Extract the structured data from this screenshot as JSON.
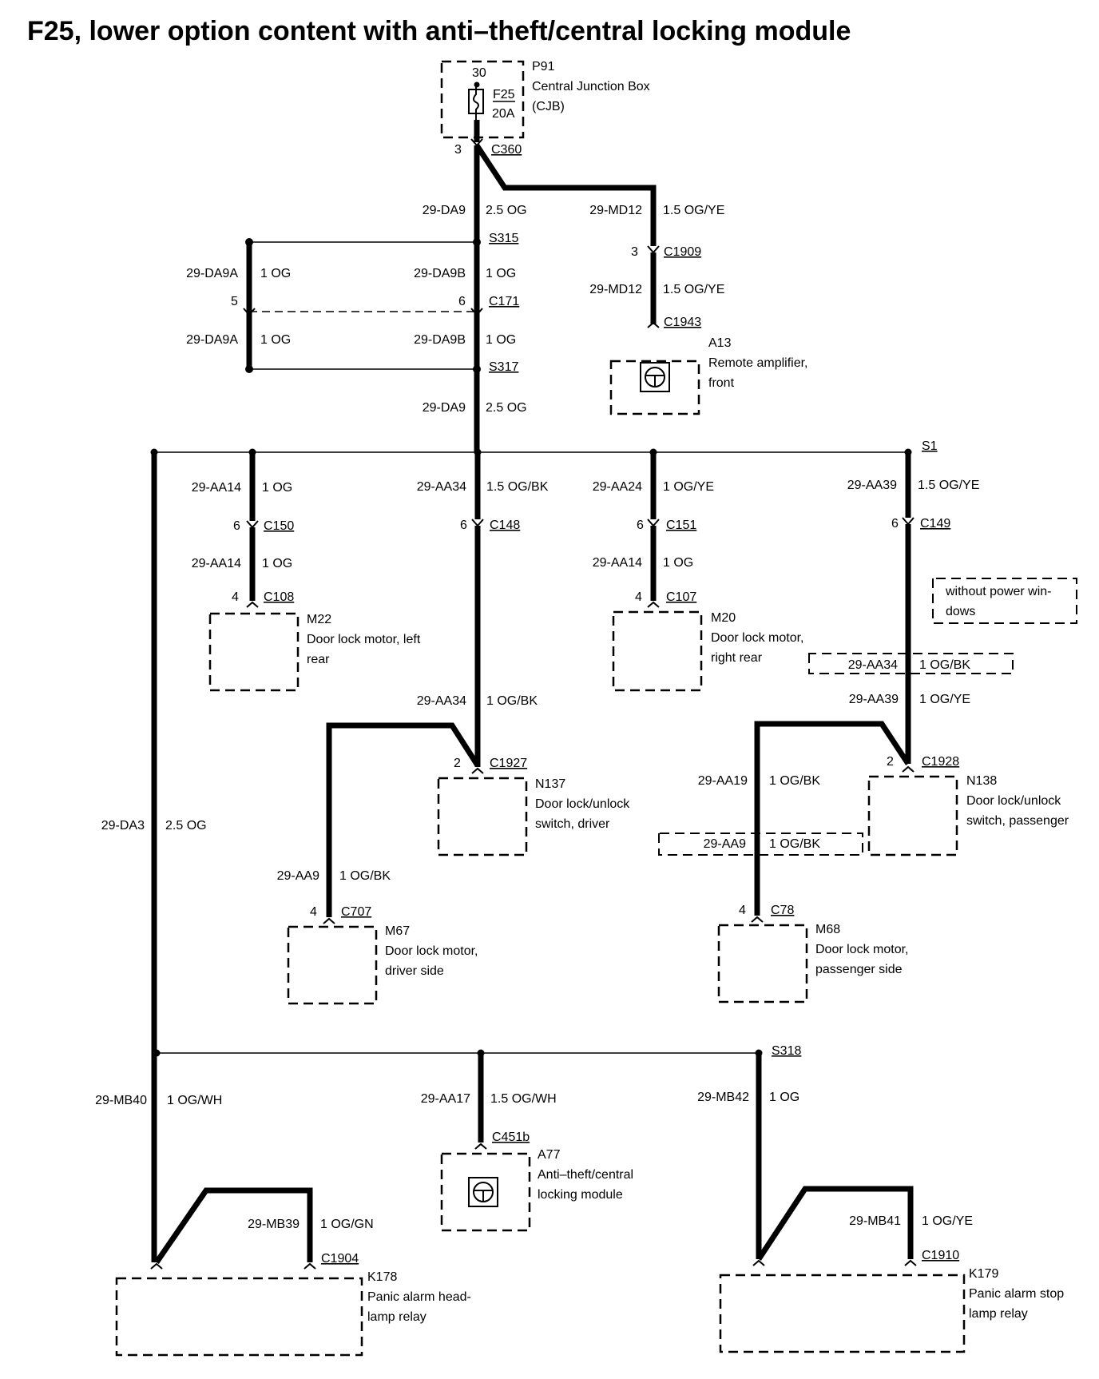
{
  "title": "F25, lower option content with anti–theft/central locking module",
  "fuse_box": {
    "pin": "30",
    "fuse_id": "F25",
    "fuse_rating": "20A",
    "ref": "P91",
    "name1": "Central Junction Box",
    "name2": "(CJB)"
  },
  "connectors": {
    "C360": {
      "pin": "3",
      "label": "C360"
    },
    "C1909": {
      "pin": "3",
      "label": "C1909"
    },
    "C1943": {
      "label": "C1943"
    },
    "C171": {
      "pin_left": "5",
      "pin_right": "6",
      "label": "C171"
    },
    "C150": {
      "pin": "6",
      "label": "C150"
    },
    "C108": {
      "pin": "4",
      "label": "C108"
    },
    "C148": {
      "pin": "6",
      "label": "C148"
    },
    "C151": {
      "pin": "6",
      "label": "C151"
    },
    "C107": {
      "pin": "4",
      "label": "C107"
    },
    "C149": {
      "pin": "6",
      "label": "C149"
    },
    "C1927": {
      "pin": "2",
      "label": "C1927"
    },
    "C1928": {
      "pin": "2",
      "label": "C1928"
    },
    "C707": {
      "pin": "4",
      "label": "C707"
    },
    "C78": {
      "pin": "4",
      "label": "C78"
    },
    "C451b": {
      "label": "C451b"
    },
    "C1904": {
      "label": "C1904"
    },
    "C1910": {
      "label": "C1910"
    }
  },
  "splices": {
    "S315": "S315",
    "S317": "S317",
    "S1": "S1",
    "S318": "S318"
  },
  "wires": {
    "w1": {
      "id": "29-DA9",
      "spec": "2.5 OG"
    },
    "w2": {
      "id": "29-MD12",
      "spec": "1.5 OG/YE"
    },
    "w3": {
      "id": "29-MD12",
      "spec": "1.5 OG/YE"
    },
    "w4": {
      "id": "29-DA9A",
      "spec": "1 OG"
    },
    "w5": {
      "id": "29-DA9B",
      "spec": "1 OG"
    },
    "w6": {
      "id": "29-DA9A",
      "spec": "1 OG"
    },
    "w7": {
      "id": "29-DA9B",
      "spec": "1 OG"
    },
    "w8": {
      "id": "29-DA9",
      "spec": "2.5 OG"
    },
    "w9": {
      "id": "29-AA14",
      "spec": "1 OG"
    },
    "w10": {
      "id": "29-AA34",
      "spec": "1.5 OG/BK"
    },
    "w11": {
      "id": "29-AA24",
      "spec": "1 OG/YE"
    },
    "w12": {
      "id": "29-AA39",
      "spec": "1.5 OG/YE"
    },
    "w13": {
      "id": "29-AA14",
      "spec": "1 OG"
    },
    "w14": {
      "id": "29-AA14",
      "spec": "1 OG"
    },
    "w15": {
      "id": "29-AA34",
      "spec": "1 OG/BK"
    },
    "w16": {
      "id": "29-AA34",
      "spec": "1 OG/BK"
    },
    "w17": {
      "id": "29-AA39",
      "spec": "1 OG/YE"
    },
    "w18": {
      "id": "29-AA19",
      "spec": "1 OG/BK"
    },
    "w19": {
      "id": "29-AA9",
      "spec": "1 OG/BK"
    },
    "w20": {
      "id": "29-AA9",
      "spec": "1 OG/BK"
    },
    "w21": {
      "id": "29-DA3",
      "spec": "2.5 OG"
    },
    "w22": {
      "id": "29-MB40",
      "spec": "1 OG/WH"
    },
    "w23": {
      "id": "29-AA17",
      "spec": "1.5 OG/WH"
    },
    "w24": {
      "id": "29-MB42",
      "spec": "1 OG"
    },
    "w25": {
      "id": "29-MB39",
      "spec": "1 OG/GN"
    },
    "w26": {
      "id": "29-MB41",
      "spec": "1 OG/YE"
    }
  },
  "components": {
    "A13": {
      "ref": "A13",
      "line1": "Remote amplifier,",
      "line2": "front"
    },
    "M22": {
      "ref": "M22",
      "line1": "Door lock motor, left",
      "line2": "rear"
    },
    "M20": {
      "ref": "M20",
      "line1": "Door lock motor,",
      "line2": "right rear"
    },
    "N137": {
      "ref": "N137",
      "line1": "Door lock/unlock",
      "line2": "switch, driver"
    },
    "N138": {
      "ref": "N138",
      "line1": "Door lock/unlock",
      "line2": "switch, passenger"
    },
    "M67": {
      "ref": "M67",
      "line1": "Door lock motor,",
      "line2": "driver side"
    },
    "M68": {
      "ref": "M68",
      "line1": "Door lock motor,",
      "line2": "passenger side"
    },
    "A77": {
      "ref": "A77",
      "line1": "Anti–theft/central",
      "line2": "locking module"
    },
    "K178": {
      "ref": "K178",
      "line1": "Panic alarm head-",
      "line2": "lamp relay"
    },
    "K179": {
      "ref": "K179",
      "line1": "Panic alarm stop",
      "line2": "lamp relay"
    }
  },
  "note": {
    "line1": "without power win-",
    "line2": "dows"
  }
}
